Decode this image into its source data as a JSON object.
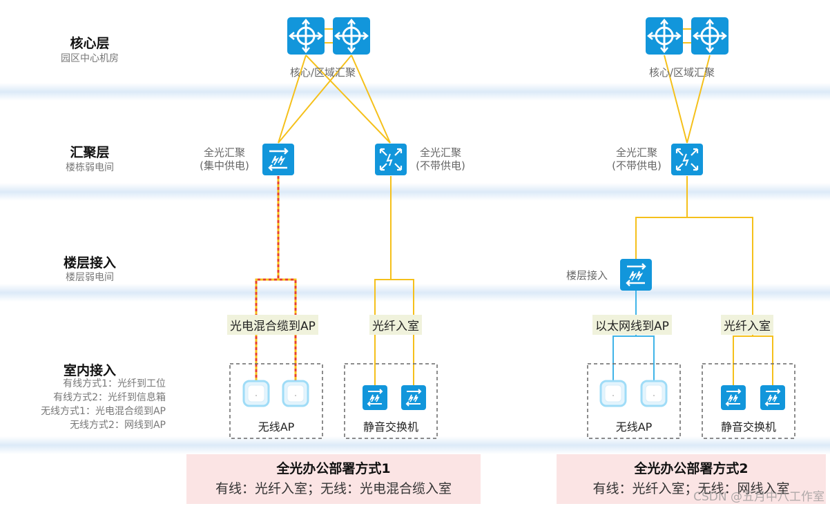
{
  "layers": [
    {
      "title": "核心层",
      "subtitle": "园区中心机房"
    },
    {
      "title": "汇聚层",
      "subtitle": "楼栋弱电间"
    },
    {
      "title": "楼层接入",
      "subtitle": "楼层弱电间"
    },
    {
      "title": "室内接入",
      "subtitle": ""
    }
  ],
  "indoor_methods": [
    "有线方式1：光纤到工位",
    "有线方式2：光纤到信息箱",
    "无线方式1：光电混合缆到AP",
    "无线方式2：网线到AP"
  ],
  "scheme1": {
    "core_label": "核心/区域汇聚",
    "agg_left_label": [
      "全光汇聚",
      "(集中供电)"
    ],
    "agg_right_label": [
      "全光汇聚",
      "(不带供电)"
    ],
    "tag_hybrid": "光电混合缆到AP",
    "tag_fiber": "光纤入室",
    "box_ap": "无线AP",
    "box_switch": "静音交换机",
    "summary_title": "全光办公部署方式1",
    "summary_desc": "有线：光纤入室；无线：光电混合缆入室"
  },
  "scheme2": {
    "core_label": "核心/区域汇聚",
    "agg_label": [
      "全光汇聚",
      "(不带供电)"
    ],
    "floor_access_label": "楼层接入",
    "tag_ethernet": "以太网线到AP",
    "tag_fiber": "光纤入室",
    "box_ap": "无线AP",
    "box_switch": "静音交换机",
    "summary_title": "全光办公部署方式2",
    "summary_desc": "有线：光纤入室；无线：网线入室"
  },
  "watermark": "CSDN @五月中八工作室",
  "colors": {
    "device": "#1296db",
    "fiber": "#f5c01a",
    "hybrid_red": "#e8412c",
    "ethernet": "#3fb4e8",
    "band": "#e6f1fb",
    "summary_bg": "#fbe4e4",
    "tag_bg": "#f0f2dc"
  }
}
